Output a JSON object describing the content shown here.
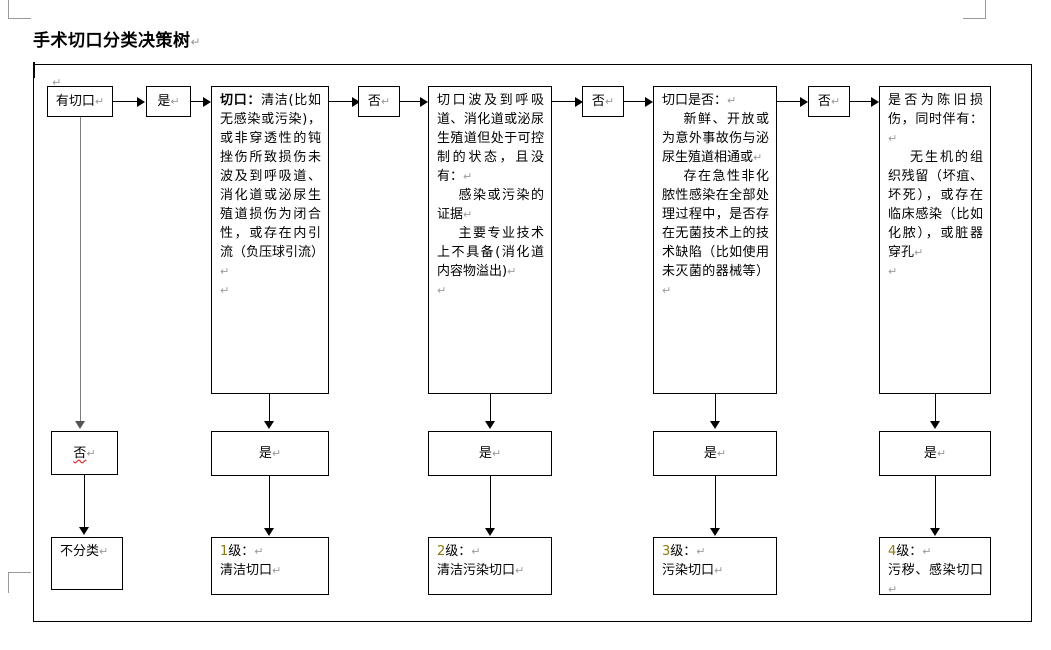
{
  "document": {
    "title": "手术切口分类决策树",
    "pilcrow": "↵"
  },
  "flow": {
    "start_box": {
      "label": "有切口",
      "pilcrow": "↵"
    },
    "yes_connector": {
      "label": "是",
      "pilcrow": "↵"
    },
    "no_connectors": [
      {
        "label": "否",
        "pilcrow": "↵"
      },
      {
        "label": "否",
        "pilcrow": "↵"
      },
      {
        "label": "否",
        "pilcrow": "↵"
      },
      {
        "label": "否",
        "pilcrow": "↵"
      }
    ],
    "decision_boxes": [
      {
        "lead_bold": "切口",
        "colon": "：",
        "body": "清洁(比如无感染或污染)，或非穿透性的钝挫伤所致损伤未波及到呼吸道、消化道或泌尿生殖道损伤为闭合性，或存在内引流（负压球引流）",
        "pilcrow": "↵",
        "extra_pilcrow": "↵"
      },
      {
        "line1": "切口波及到呼吸道、消化道或泌尿生殖道但处于可控制的状态，且没有：",
        "pilcrow1": "↵",
        "line2": "感染或污染的证据",
        "pilcrow2": "↵",
        "line3": "主要专业技术上不具备(消化道内容物溢出)",
        "pilcrow3": "↵",
        "extra_pilcrow": "↵"
      },
      {
        "line1": "切口是否：",
        "pilcrow1": "↵",
        "line2": "新鲜、开放或为意外事故伤与泌尿生殖道相通或",
        "pilcrow2": "↵",
        "line3": "存在急性非化脓性感染在全部处理过程中，是否存在无菌技术上的技术缺陷（比如使用未灭菌的器械等）",
        "pilcrow3": "↵"
      },
      {
        "line1": "是否为陈旧损伤，同时伴有：",
        "pilcrow1": "↵",
        "line2": "无生机的组织残留（坏疽、坏死），或存在临床感染（比如化脓），或脏器穿孔",
        "pilcrow2": "↵",
        "extra_pilcrow": "↵"
      }
    ],
    "branch_no_box": {
      "label": "否",
      "pilcrow": "↵"
    },
    "branch_yes_boxes": [
      {
        "label": "是",
        "pilcrow": "↵"
      },
      {
        "label": "是",
        "pilcrow": "↵"
      },
      {
        "label": "是",
        "pilcrow": "↵"
      },
      {
        "label": "是",
        "pilcrow": "↵"
      }
    ],
    "result_boxes": [
      {
        "grade": "",
        "grade_suffix": "不分类",
        "pilcrow1": "↵",
        "name": "",
        "pilcrow2": ""
      },
      {
        "grade": "1",
        "grade_suffix": "级：",
        "pilcrow1": "↵",
        "name": "清洁切口",
        "pilcrow2": "↵"
      },
      {
        "grade": "2",
        "grade_suffix": "级：",
        "pilcrow1": "↵",
        "name": "清洁污染切口",
        "pilcrow2": "↵"
      },
      {
        "grade": "3",
        "grade_suffix": "级：",
        "pilcrow1": "↵",
        "name": "污染切口",
        "pilcrow2": "↵"
      },
      {
        "grade": "4",
        "grade_suffix": "级：",
        "pilcrow1": "↵",
        "name": "污秽、感染切口",
        "pilcrow2": "↵"
      }
    ]
  },
  "colors": {
    "number_accent": "#8a7a12",
    "spellcheck_underline": "#e23b3b",
    "pilcrow": "#9a9a9a",
    "line": "#000000"
  }
}
